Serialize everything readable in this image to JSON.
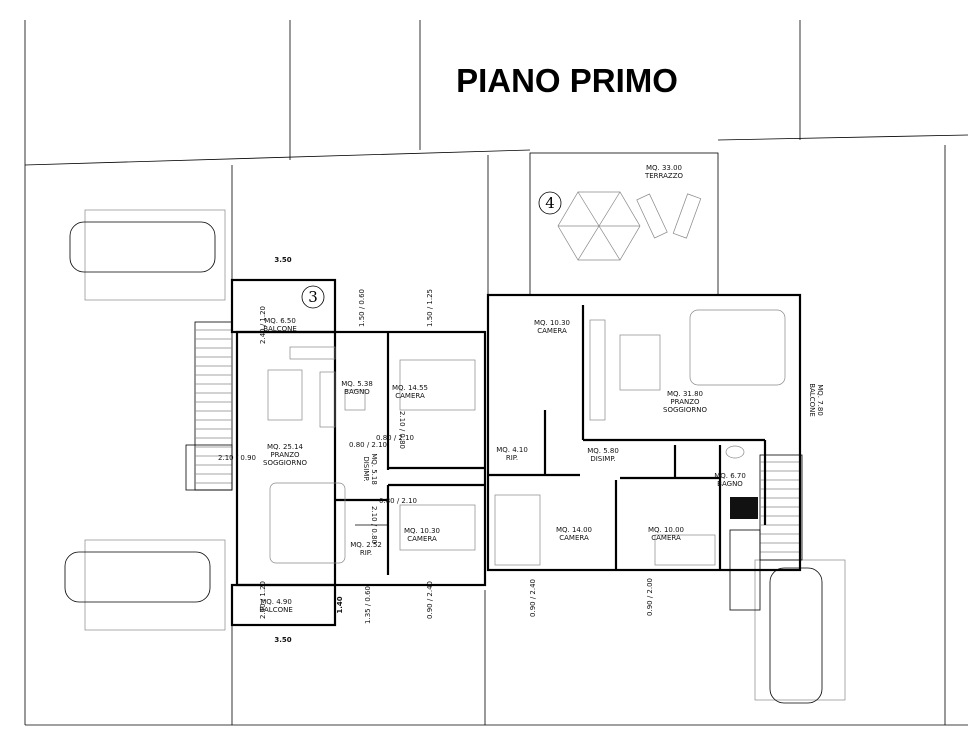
{
  "title": "PIANO PRIMO",
  "unit_numbers": [
    "3",
    "4"
  ],
  "rooms": [
    {
      "area": "MQ. 6.50",
      "name": "BALCONE"
    },
    {
      "area": "MQ. 5.38",
      "name": "BAGNO"
    },
    {
      "area": "MQ. 14.55",
      "name": "CAMERA"
    },
    {
      "area": "MQ. 25.14",
      "name": "PRANZO",
      "name2": "SOGGIORNO"
    },
    {
      "area": "MQ. 5.18",
      "name": "DISIMP."
    },
    {
      "area": "MQ. 2.52",
      "name": "RIP."
    },
    {
      "area": "MQ. 10.30",
      "name": "CAMERA"
    },
    {
      "area": "MQ. 4.90",
      "name": "BALCONE"
    },
    {
      "area": "MQ. 33.00",
      "name": "TERRAZZO"
    },
    {
      "area": "MQ. 10.30",
      "name": "CAMERA"
    },
    {
      "area": "MQ. 31.80",
      "name": "PRANZO",
      "name2": "SOGGIORNO"
    },
    {
      "area": "MQ. 7.80",
      "name": "BALCONE"
    },
    {
      "area": "MQ. 4.10",
      "name": "RIP."
    },
    {
      "area": "MQ. 5.80",
      "name": "DISIMP."
    },
    {
      "area": "MQ. 6.70",
      "name": "BAGNO"
    },
    {
      "area": "MQ. 14.00",
      "name": "CAMERA"
    },
    {
      "area": "MQ. 10.00",
      "name": "CAMERA"
    }
  ],
  "dimensions": {
    "top_width": "3.50",
    "bottom_width": "3.50",
    "side_balcony": "1.40",
    "openings": [
      "2.40 / 1.20",
      "1.50 / 0.60",
      "1.50 / 1.25",
      "2.10 / 0.90",
      "2.10 / 0.80",
      "0.80 / 2.10",
      "0.80 / 2.10",
      "0.80 / 2.10",
      "2.10 / 0.80",
      "2.40 / 1.20",
      "1.35 / 0.60",
      "0.90 / 2.40",
      "0.90 / 2.40",
      "0.90 / 2.00"
    ]
  }
}
